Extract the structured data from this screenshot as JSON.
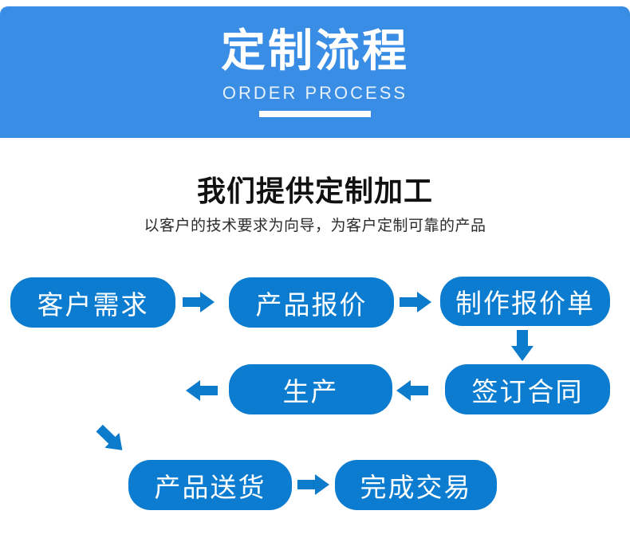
{
  "colors": {
    "page_bg": "#ffffff",
    "banner_bg": "#3a8de4",
    "banner_text": "#ffffff",
    "divider": "#ffffff",
    "node_bg": "#0b7ccf",
    "node_text": "#ffffff",
    "arrow": "#0c7bcc",
    "heading_text": "#111111",
    "subtext": "#2b2b2b"
  },
  "banner": {
    "title": "定制流程",
    "subtitle": "ORDER PROCESS"
  },
  "intro": {
    "heading": "我们提供定制加工",
    "description": "以客户的技术要求为向导，为客户定制可靠的产品"
  },
  "flow": {
    "nodes": [
      {
        "id": "customer-demand",
        "label": "客户需求"
      },
      {
        "id": "product-quote",
        "label": "产品报价"
      },
      {
        "id": "make-quotation",
        "label": "制作报价单"
      },
      {
        "id": "sign-contract",
        "label": "签订合同"
      },
      {
        "id": "production",
        "label": "生产"
      },
      {
        "id": "product-delivery",
        "label": "产品送货"
      },
      {
        "id": "complete-transaction",
        "label": "完成交易"
      }
    ],
    "arrows": [
      {
        "from": "customer-demand",
        "to": "product-quote",
        "direction": "right"
      },
      {
        "from": "product-quote",
        "to": "make-quotation",
        "direction": "right"
      },
      {
        "from": "make-quotation",
        "to": "sign-contract",
        "direction": "down"
      },
      {
        "from": "sign-contract",
        "to": "production",
        "direction": "left"
      },
      {
        "from": "production",
        "to": "product-delivery",
        "direction": "left"
      },
      {
        "from": "production",
        "to": "product-delivery",
        "direction": "down-right"
      },
      {
        "from": "product-delivery",
        "to": "complete-transaction",
        "direction": "right"
      }
    ],
    "icons": {
      "arrow_right": "➡",
      "arrow_left": "⬅",
      "arrow_down": "⬇",
      "arrow_down_right": "⬊"
    }
  }
}
